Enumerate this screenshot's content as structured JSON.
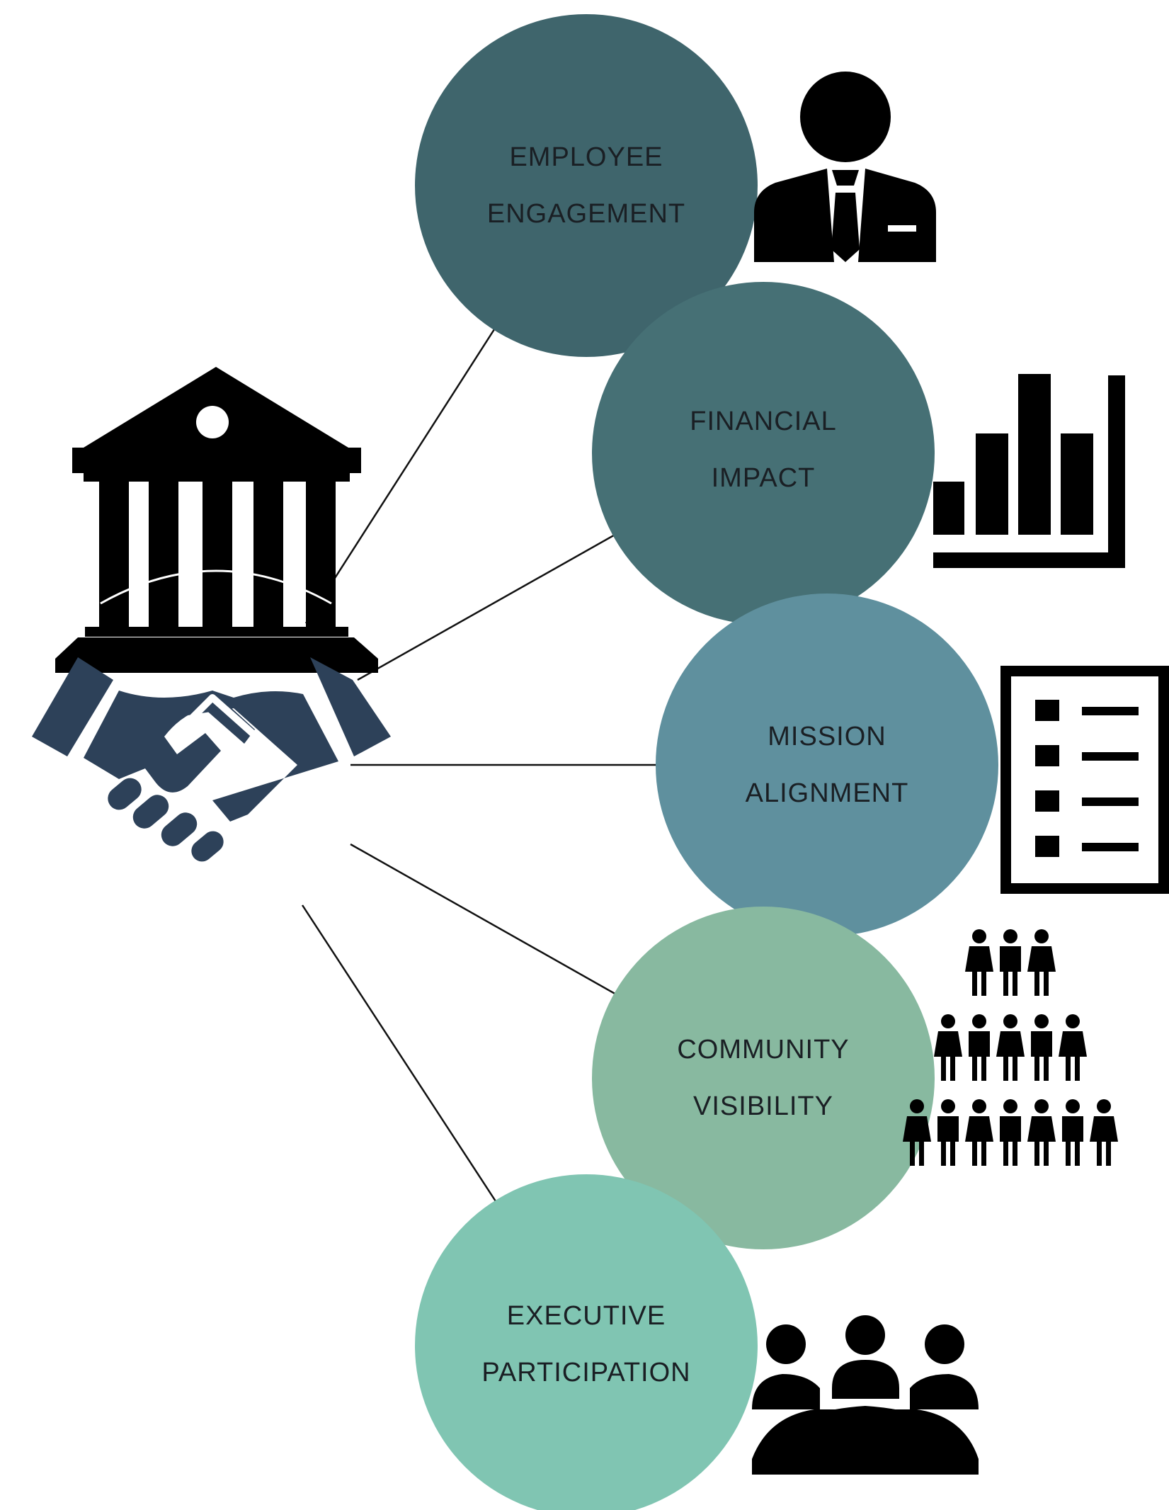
{
  "center_icon": "bank-handshake-icon",
  "colors": {
    "icon_black": "#000000",
    "hand_navy": "#2d4159",
    "connector": "#111111",
    "text": "#1a1f24"
  },
  "nodes": [
    {
      "id": "employee-engagement",
      "line1": "EMPLOYEE",
      "line2": "ENGAGEMENT",
      "color": "#3f656c",
      "icon": "businessman-icon"
    },
    {
      "id": "financial-impact",
      "line1": "FINANCIAL",
      "line2": "IMPACT",
      "color": "#467075",
      "icon": "bar-chart-icon"
    },
    {
      "id": "mission-alignment",
      "line1": "MISSION",
      "line2": "ALIGNMENT",
      "color": "#5f909e",
      "icon": "checklist-icon"
    },
    {
      "id": "community-visibility",
      "line1": "COMMUNITY",
      "line2": "VISIBILITY",
      "color": "#88b9a0",
      "icon": "crowd-icon"
    },
    {
      "id": "executive-participation",
      "line1": "EXECUTIVE",
      "line2": "PARTICIPATION",
      "color": "#80c5b2",
      "icon": "meeting-icon"
    }
  ]
}
